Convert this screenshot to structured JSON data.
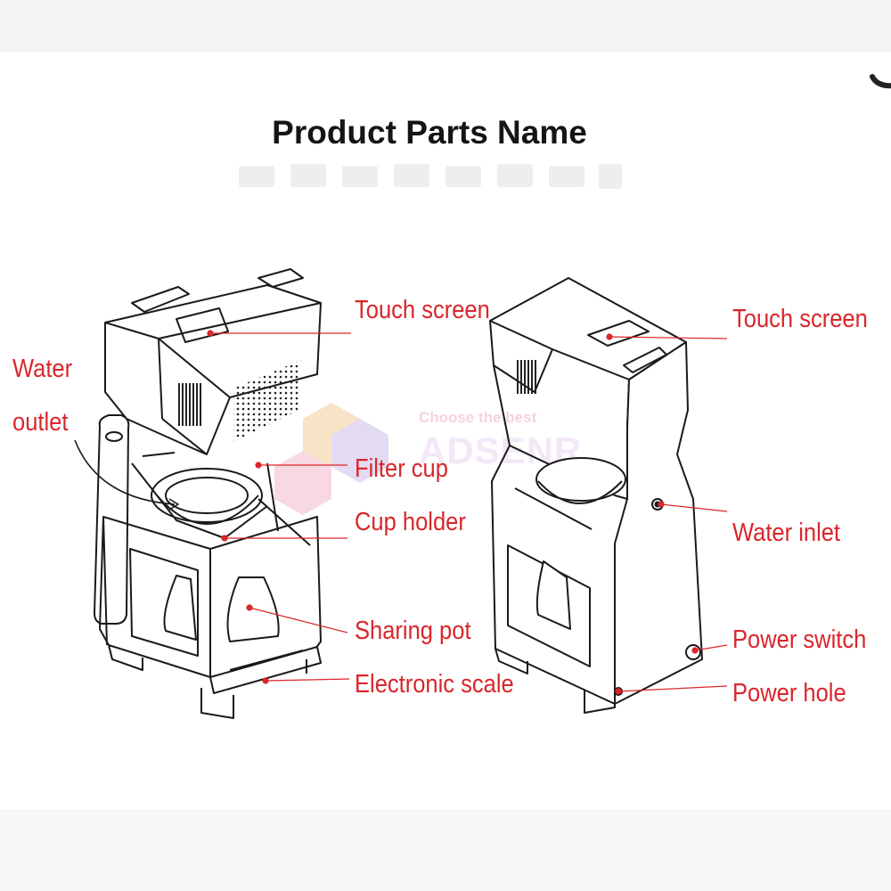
{
  "header": {
    "title": "Product Parts Name"
  },
  "watermark": {
    "logo": "ADSENR",
    "tagline": "Choose the best"
  },
  "left_unit_labels": {
    "touch_screen": "Touch screen",
    "water_outlet_line1": "Water",
    "water_outlet_line2": "outlet",
    "filter_cup": "Filter cup",
    "cup_holder": "Cup holder",
    "sharing_pot": "Sharing pot",
    "electronic_scale": "Electronic scale"
  },
  "right_unit_labels": {
    "touch_screen": "Touch screen",
    "water_inlet": "Water inlet",
    "power_switch": "Power switch",
    "power_hole": "Power hole"
  },
  "colors": {
    "label": "#d9262b",
    "leader_line": "#d9262b",
    "title": "#151515",
    "outline": "#1a1a1a"
  }
}
